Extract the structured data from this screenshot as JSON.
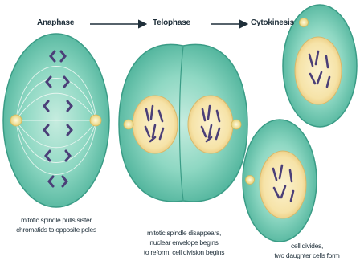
{
  "phases": {
    "anaphase": "Anaphase",
    "telophase": "Telophase",
    "cytokinesis": "Cytokinesis"
  },
  "captions": {
    "anaphase": [
      "mitotic spindle pulls sister",
      "chromatids to opposite poles"
    ],
    "telophase": [
      "mitotic spindle disappears,",
      "nuclear envelope begins",
      "to reform, cell division begins"
    ],
    "cytokinesis": [
      "cell divides,",
      "two daughter cells form"
    ]
  },
  "colors": {
    "cell_fill": "#6cc9b2",
    "cell_edge": "#3a9c86",
    "nucleus_fill": "#f6e7b4",
    "chromosome": "#4b3f78",
    "centrosome": "#f3e79a",
    "arrow": "#1f2f3a"
  }
}
